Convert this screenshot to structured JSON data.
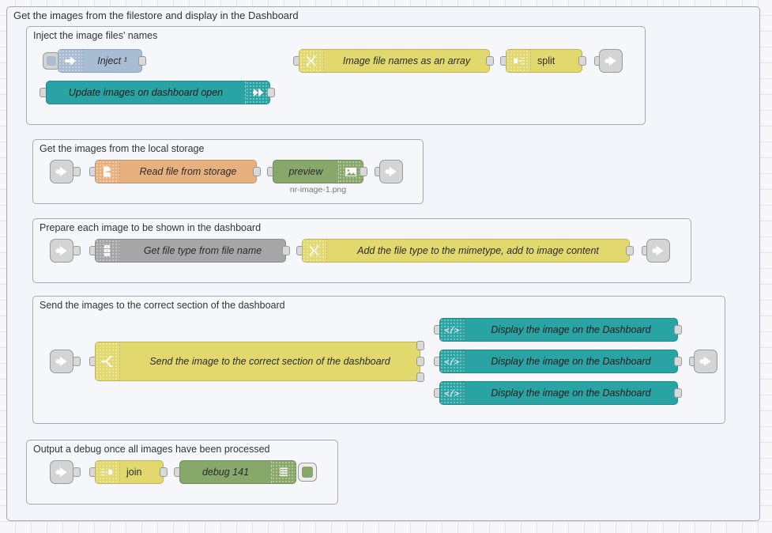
{
  "editor": {
    "name": "node-red-flow-canvas",
    "grid_color": "#e3e3f0",
    "background_color": "#f7f7fa"
  },
  "outer_group": {
    "label": "Get the images from the filestore and display in the Dashboard"
  },
  "groups": [
    {
      "id": "g1",
      "label": "Inject the image files' names"
    },
    {
      "id": "g2",
      "label": "Get the images from the local storage"
    },
    {
      "id": "g3",
      "label": "Prepare each image to be shown in the dashboard"
    },
    {
      "id": "g4",
      "label": "Send the images to the correct section of the dashboard"
    },
    {
      "id": "g5",
      "label": "Output a debug once all images have been processed"
    }
  ],
  "nodes": {
    "inject": {
      "label": "Inject ¹",
      "icon": "inject-arrow-icon",
      "color": "#a8bcd4"
    },
    "link_call": {
      "label": "Update images on dashboard open",
      "icon": "link-out-arrow-icon",
      "color": "#29a3a3"
    },
    "function_array": {
      "label": "Image file names as an array",
      "icon": "function-icon",
      "color": "#e2d96e"
    },
    "split": {
      "label": "split",
      "icon": "split-icon",
      "color": "#e2d96e"
    },
    "link_out_1": {
      "label": "",
      "icon": "link-out-icon",
      "color": "#d4d4d4"
    },
    "link_in_2": {
      "label": "",
      "icon": "link-in-icon",
      "color": "#d4d4d4"
    },
    "file_read": {
      "label": "Read file from storage",
      "icon": "file-icon",
      "color": "#e6b17e"
    },
    "preview": {
      "label": "preview",
      "icon": "image-icon",
      "color": "#88a86b",
      "sublabel": "nr-image-1.png"
    },
    "link_out_2": {
      "label": "",
      "icon": "link-out-icon",
      "color": "#d4d4d4"
    },
    "link_in_3": {
      "label": "",
      "icon": "link-in-icon",
      "color": "#d4d4d4"
    },
    "change": {
      "label": "Get file type from file name",
      "icon": "change-abc-icon",
      "color": "#a6a6a6"
    },
    "function_mime": {
      "label": "Add the file type to the mimetype, add to image content",
      "icon": "function-icon",
      "color": "#e2d96e"
    },
    "link_out_3": {
      "label": "",
      "icon": "link-out-icon",
      "color": "#d4d4d4"
    },
    "link_in_4": {
      "label": "",
      "icon": "link-in-icon",
      "color": "#d4d4d4"
    },
    "switch": {
      "label": "Send the image to the correct section of the dashboard",
      "icon": "switch-icon",
      "color": "#e2d96e"
    },
    "template_1": {
      "label": "Display the image on the Dashboard",
      "icon": "template-code-icon",
      "color": "#29a3a3"
    },
    "template_2": {
      "label": "Display the image on the Dashboard",
      "icon": "template-code-icon",
      "color": "#29a3a3"
    },
    "template_3": {
      "label": "Display the image on the Dashboard",
      "icon": "template-code-icon",
      "color": "#29a3a3"
    },
    "link_out_4": {
      "label": "",
      "icon": "link-out-icon",
      "color": "#d4d4d4"
    },
    "link_in_5": {
      "label": "",
      "icon": "link-in-icon",
      "color": "#d4d4d4"
    },
    "join": {
      "label": "join",
      "icon": "join-icon",
      "color": "#e2d96e"
    },
    "debug": {
      "label": "debug 141",
      "icon": "debug-lines-icon",
      "color": "#88a86b"
    }
  }
}
